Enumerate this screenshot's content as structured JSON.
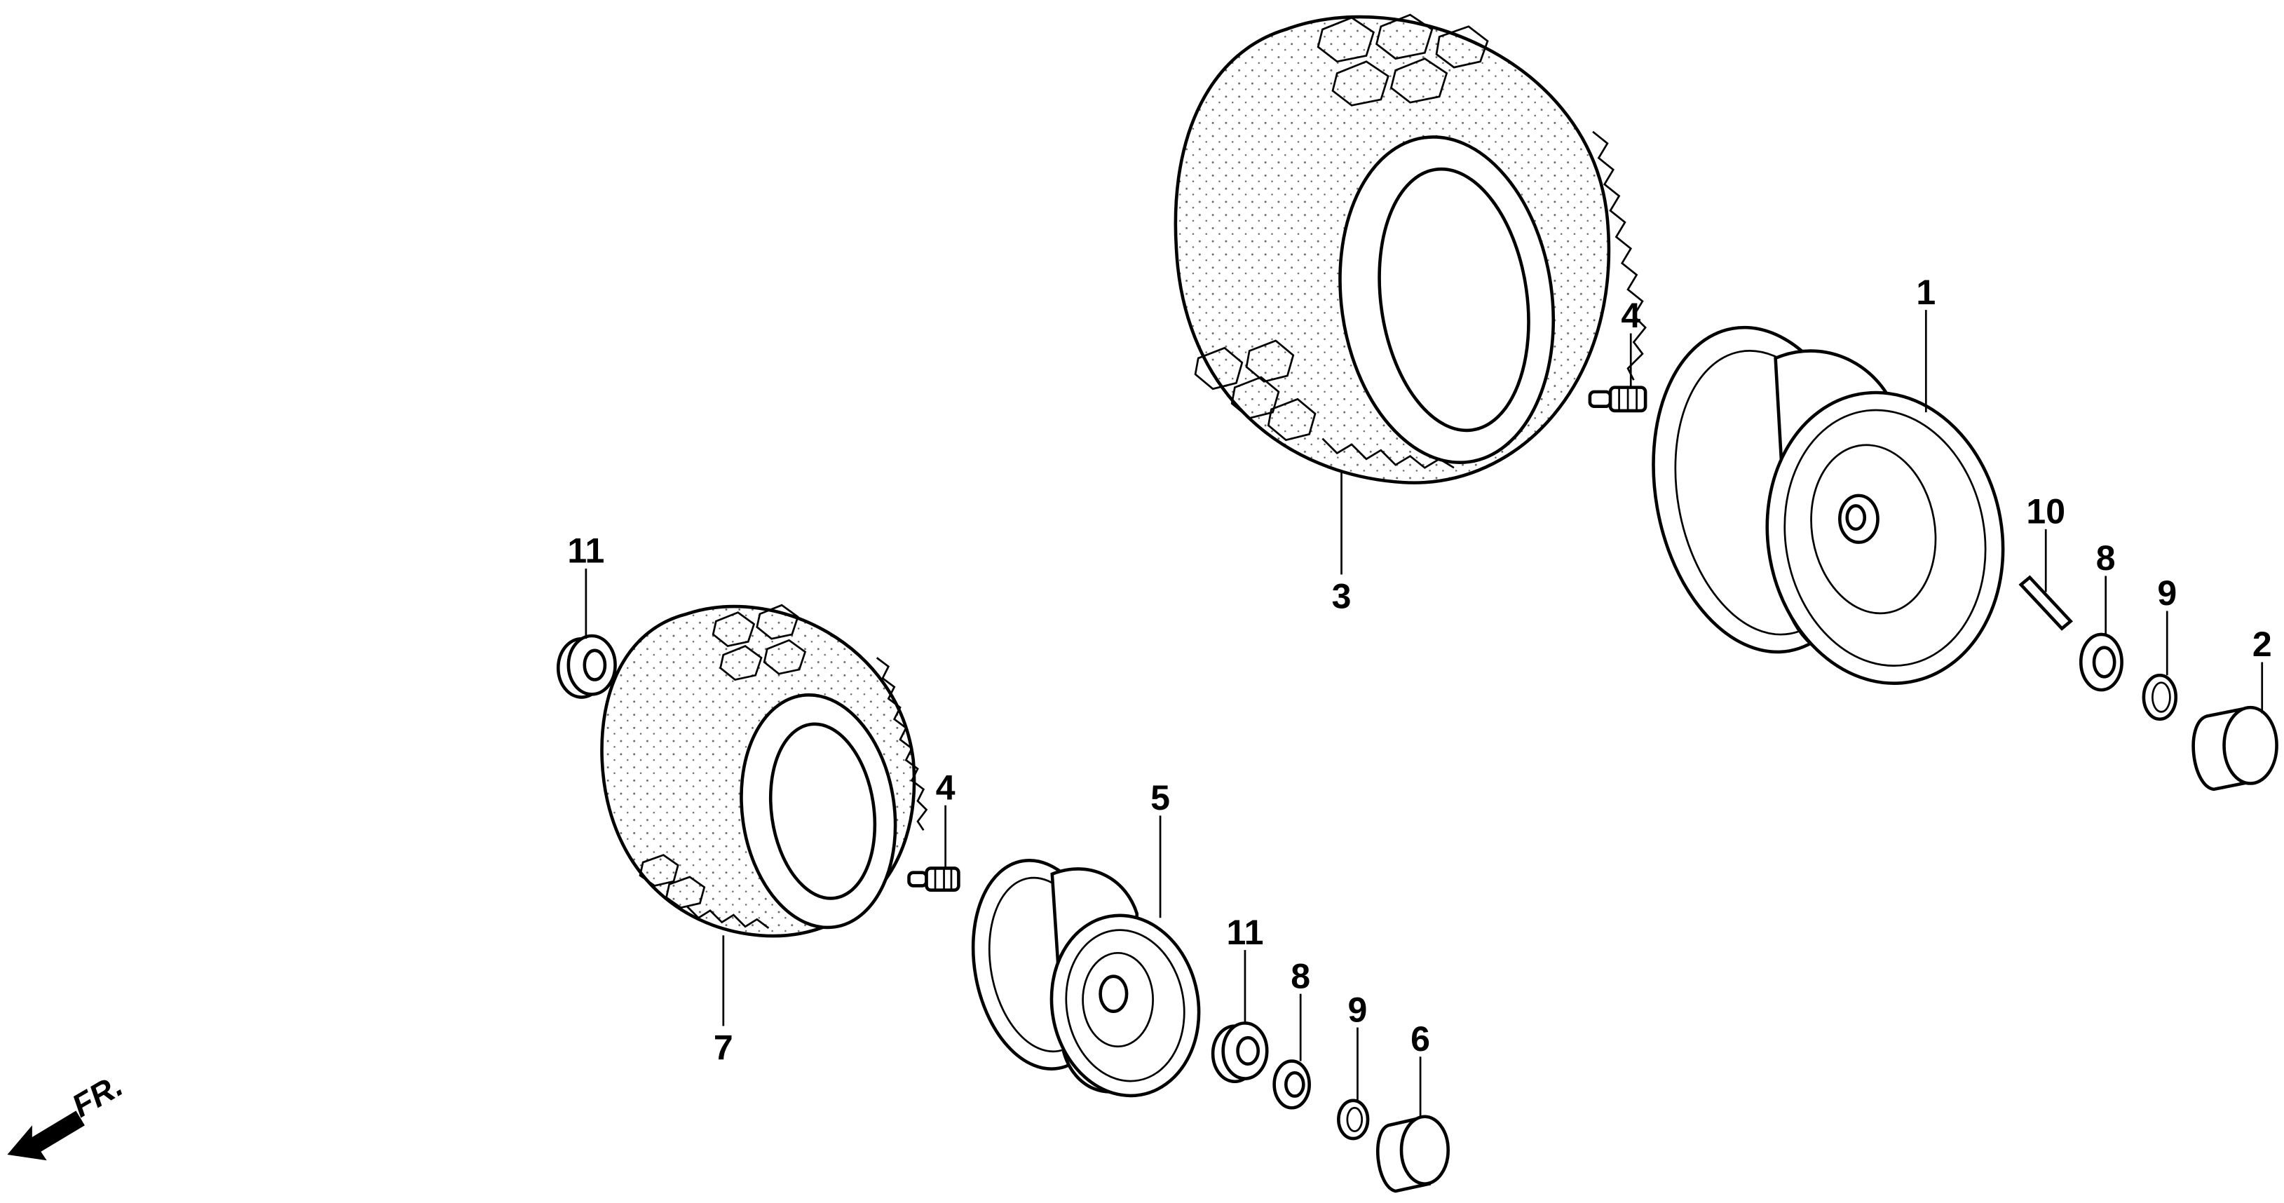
{
  "diagram": {
    "labels": {
      "rear_wheel": "1",
      "rear_cap": "2",
      "rear_tire": "3",
      "rear_valve": "4",
      "front_valve": "4",
      "front_wheel": "5",
      "front_cap": "6",
      "front_tire": "7",
      "rear_washer": "8",
      "front_washer": "8",
      "rear_clip": "9",
      "front_clip": "9",
      "key": "10",
      "left_bearing": "11",
      "front_bearing": "11"
    },
    "direction_indicator": "FR."
  }
}
